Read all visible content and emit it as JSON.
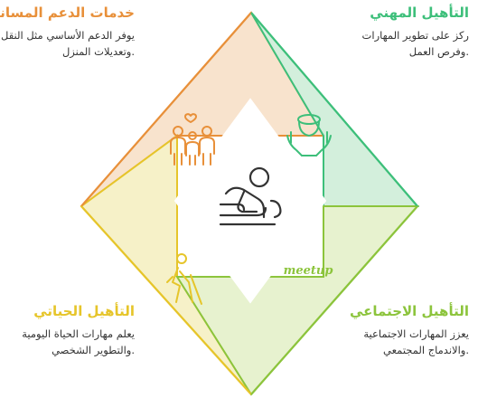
{
  "colors": {
    "support": "#e8903a",
    "vocational": "#3dbf7a",
    "daily_life": "#e6c52a",
    "social": "#8cc43c",
    "center_outline": "#333333"
  },
  "quadrants": {
    "support": {
      "title": "خدمات الدعم المساندة",
      "lines": [
        "يوفر الدعم الأساسي مثل النقل",
        ".وتعديلات المنزل"
      ],
      "icon": "family-icon"
    },
    "vocational": {
      "title": "التأهيل المهني",
      "lines": [
        "ركز على تطوير المهارات",
        ".وفرص العمل"
      ],
      "icon": "caring-hands-icon"
    },
    "daily_life": {
      "title": "التأهيل الحياتي",
      "lines": [
        "يعلم مهارات الحياة اليومية",
        ".والتطوير الشخصي"
      ],
      "icon": "person-with-cane-icon"
    },
    "social": {
      "title": "التأهيل الاجتماعي",
      "lines": [
        "يعزز المهارات الاجتماعية",
        ".والاندماج المجتمعي"
      ],
      "icon": "meetup-logo",
      "icon_text": "meetup"
    }
  },
  "center_icon": "massage-therapy-icon"
}
